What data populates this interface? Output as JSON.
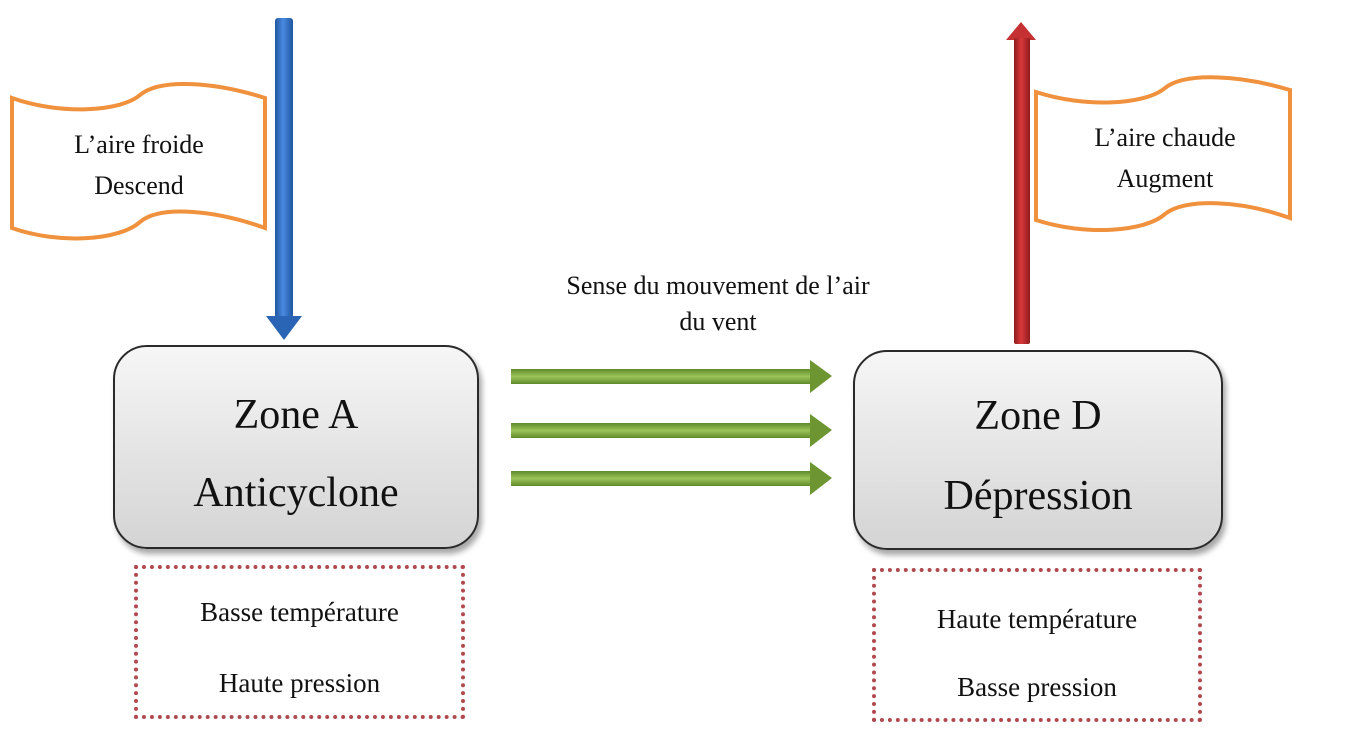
{
  "colors": {
    "cold_arrow": "#2e6fc0",
    "warm_arrow": "#c0282a",
    "wind_arrow": "#77a03a",
    "flag_border": "#f0913e",
    "info_border": "#b04a4f",
    "zone_fill_top": "#f6f6f6",
    "zone_fill_bottom": "#d4d4d4"
  },
  "left": {
    "flag": {
      "line1": "L’aire froide",
      "line2": "Descend"
    },
    "arrow": {
      "icon": "arrow-down-icon",
      "direction": "down"
    },
    "zone": {
      "title": "Zone A",
      "subtitle": "Anticyclone"
    },
    "info": {
      "line1": "Basse température",
      "line2": "Haute pression"
    }
  },
  "right": {
    "flag": {
      "line1": "L’aire chaude",
      "line2": "Augment"
    },
    "arrow": {
      "icon": "arrow-up-icon",
      "direction": "up"
    },
    "zone": {
      "title": "Zone D",
      "subtitle": "Dépression"
    },
    "info": {
      "line1": "Haute température",
      "line2": "Basse pression"
    }
  },
  "wind": {
    "caption_line1": "Sense du mouvement de l’air",
    "caption_line2": "du vent",
    "arrow_count": 3,
    "icon": "arrow-right-icon"
  }
}
